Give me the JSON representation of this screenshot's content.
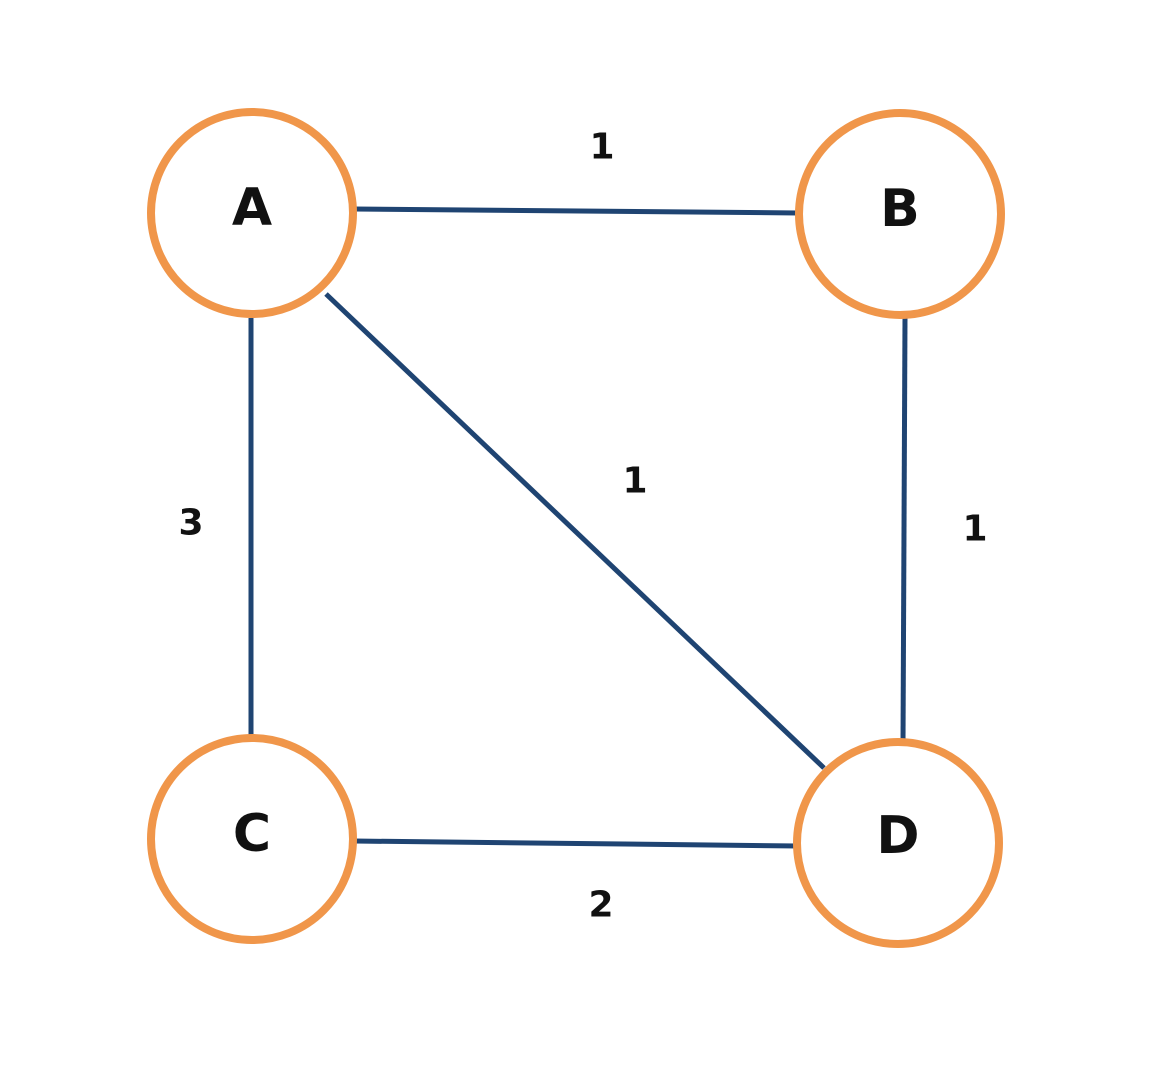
{
  "colors": {
    "node_stroke": "#f0964a",
    "edge": "#1f4472",
    "text": "#111111",
    "background": "#ffffff"
  },
  "nodes": [
    {
      "id": "A",
      "label": "A"
    },
    {
      "id": "B",
      "label": "B"
    },
    {
      "id": "C",
      "label": "C"
    },
    {
      "id": "D",
      "label": "D"
    }
  ],
  "edges": [
    {
      "from": "A",
      "to": "B",
      "weight": "1"
    },
    {
      "from": "A",
      "to": "C",
      "weight": "3"
    },
    {
      "from": "A",
      "to": "D",
      "weight": "1"
    },
    {
      "from": "B",
      "to": "D",
      "weight": "1"
    },
    {
      "from": "C",
      "to": "D",
      "weight": "2"
    }
  ]
}
